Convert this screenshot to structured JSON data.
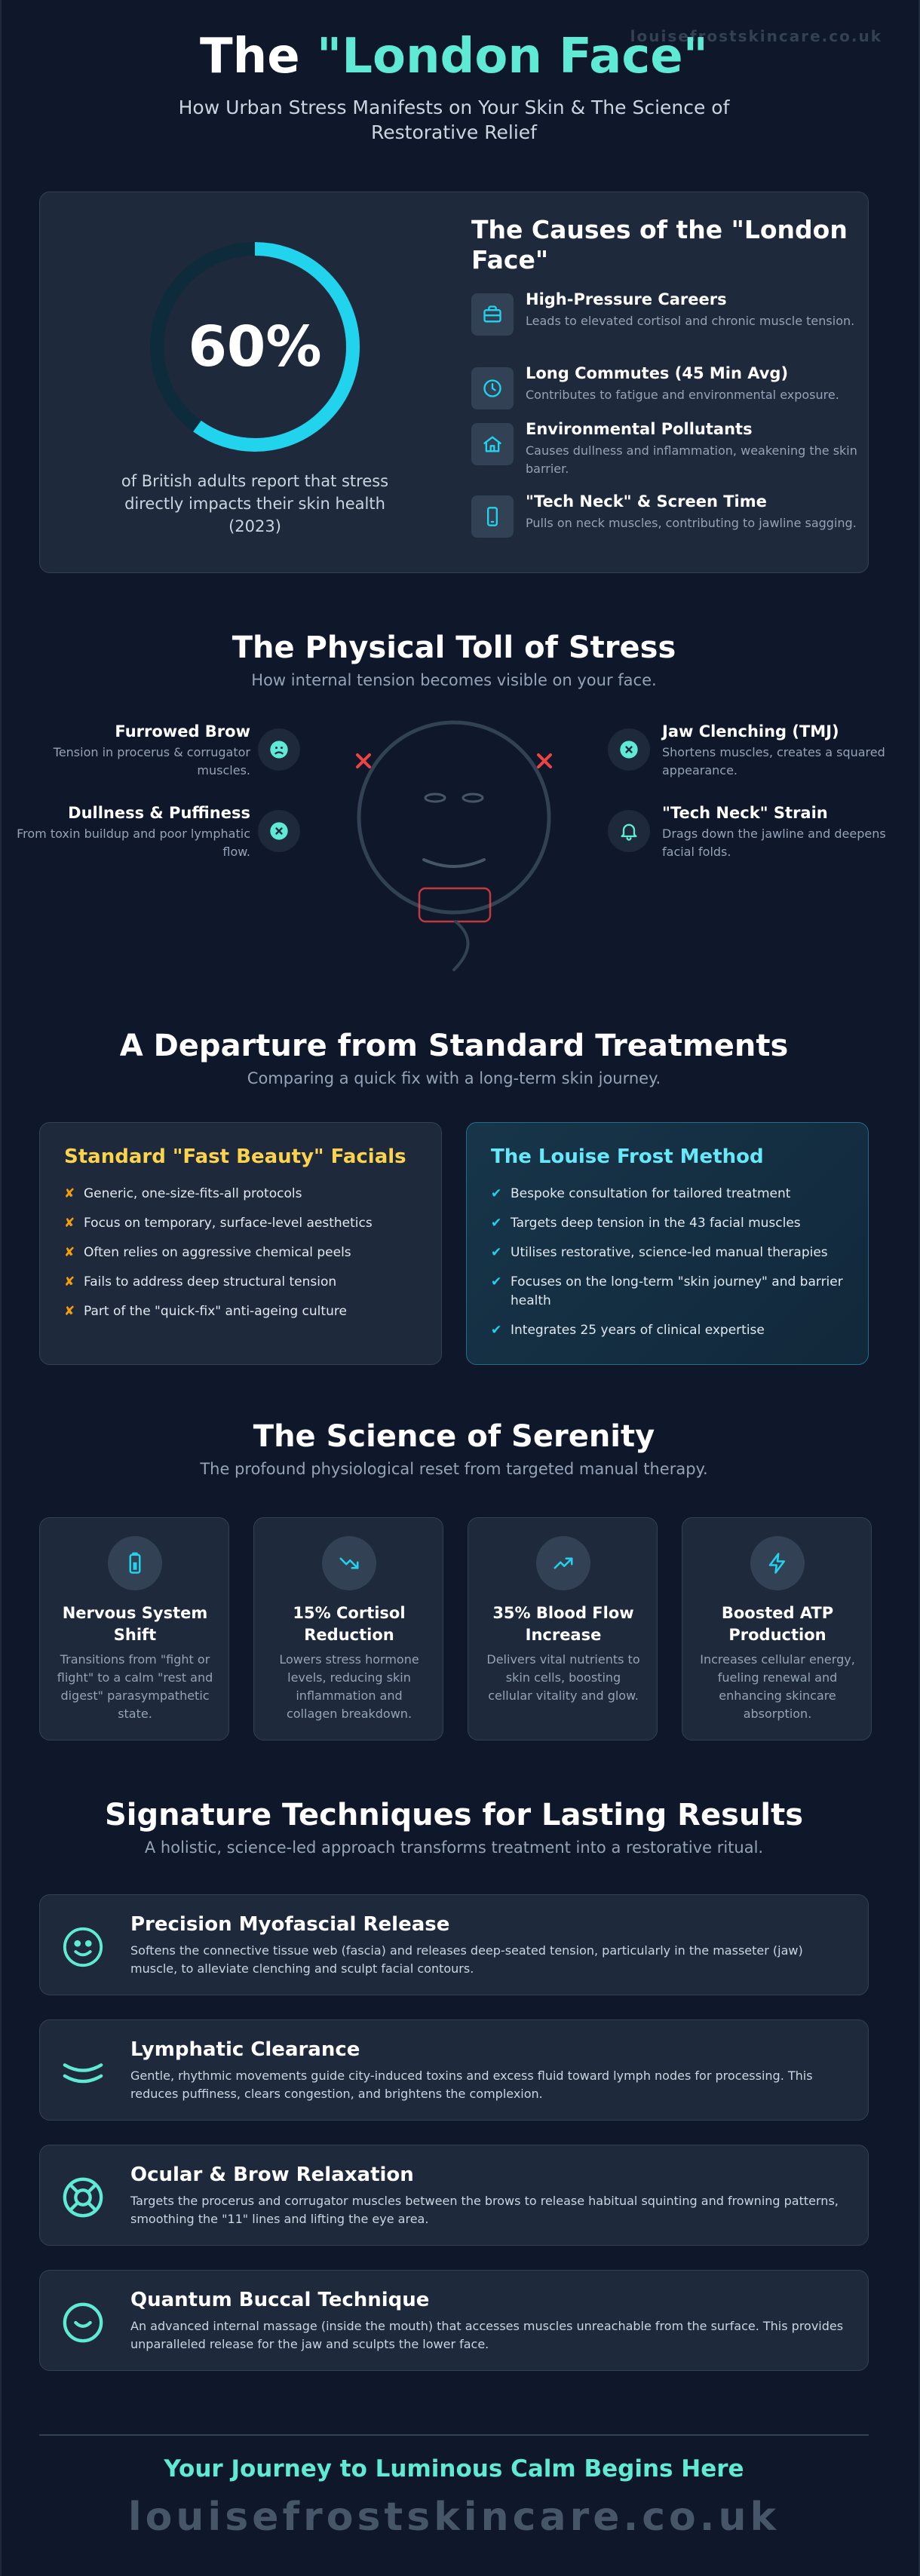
{
  "watermark": "louisefrostskincare.co.uk",
  "hero": {
    "title_prefix": "The ",
    "title_accent": "\"London Face\"",
    "subtitle": "How Urban Stress Manifests on Your Skin & The Science of Restorative Relief"
  },
  "stat": {
    "value": "60%",
    "fraction": 0.6,
    "caption": "of British adults report that stress directly impacts their skin health (2023)"
  },
  "causes": {
    "title": "The Causes of the \"London Face\"",
    "items": [
      {
        "title": "High-Pressure Careers",
        "desc": "Leads to elevated cortisol and chronic muscle tension.",
        "icon": "briefcase-icon"
      },
      {
        "title": "Long Commutes (45 Min Avg)",
        "desc": "Contributes to fatigue and environmental exposure.",
        "icon": "clock-icon"
      },
      {
        "title": "Environmental Pollutants",
        "desc": "Causes dullness and inflammation, weakening the skin barrier.",
        "icon": "home-icon"
      },
      {
        "title": "\"Tech Neck\" & Screen Time",
        "desc": "Pulls on neck muscles, contributing to jawline sagging.",
        "icon": "phone-icon"
      }
    ]
  },
  "toll": {
    "title": "The Physical Toll of Stress",
    "subtitle": "How internal tension becomes visible on your face.",
    "items": [
      {
        "title": "Furrowed Brow",
        "desc": "Tension in procerus & corrugator muscles.",
        "icon": "frown-icon"
      },
      {
        "title": "Dullness & Puffiness",
        "desc": "From toxin buildup and poor lymphatic flow.",
        "icon": "x-circle-icon"
      },
      {
        "title": "Jaw Clenching (TMJ)",
        "desc": "Shortens muscles, creates a squared appearance.",
        "icon": "x-circle-icon"
      },
      {
        "title": "\"Tech Neck\" Strain",
        "desc": "Drags down the jawline and deepens facial folds.",
        "icon": "bell-icon"
      }
    ]
  },
  "departure": {
    "title": "A Departure from Standard Treatments",
    "subtitle": "Comparing a quick fix with a long-term skin journey.",
    "standard": {
      "title": "Standard \"Fast Beauty\" Facials",
      "marker": "✘",
      "items": [
        "Generic, one-size-fits-all protocols",
        "Focus on temporary, surface-level aesthetics",
        "Often relies on aggressive chemical peels",
        "Fails to address deep structural tension",
        "Part of the \"quick-fix\" anti-ageing culture"
      ]
    },
    "method": {
      "title": "The Louise Frost Method",
      "marker": "✔",
      "items": [
        "Bespoke consultation for tailored treatment",
        "Targets deep tension in the 43 facial muscles",
        "Utilises restorative, science-led manual therapies",
        "Focuses on the long-term \"skin journey\" and barrier health",
        "Integrates 25 years of clinical expertise"
      ]
    }
  },
  "science": {
    "title": "The Science of Serenity",
    "subtitle": "The profound physiological reset from targeted manual therapy.",
    "cards": [
      {
        "title": "Nervous System Shift",
        "desc": "Transitions from \"fight or flight\" to a calm \"rest and digest\" parasympathetic state.",
        "icon": "battery-icon"
      },
      {
        "title": "15% Cortisol Reduction",
        "desc": "Lowers stress hormone levels, reducing skin inflammation and collagen breakdown.",
        "icon": "trend-down-icon"
      },
      {
        "title": "35% Blood Flow Increase",
        "desc": "Delivers vital nutrients to skin cells, boosting cellular vitality and glow.",
        "icon": "trend-up-icon"
      },
      {
        "title": "Boosted ATP Production",
        "desc": "Increases cellular energy, fueling renewal and enhancing skincare absorption.",
        "icon": "lightning-icon"
      }
    ]
  },
  "techniques": {
    "title": "Signature Techniques for Lasting Results",
    "subtitle": "A holistic, science-led approach transforms treatment into a restorative ritual.",
    "items": [
      {
        "title": "Precision Myofascial Release",
        "desc": "Softens the connective tissue web (fascia) and releases deep-seated tension, particularly in the masseter (jaw) muscle, to alleviate clenching and sculpt facial contours.",
        "icon": "smile-icon"
      },
      {
        "title": "Lymphatic Clearance",
        "desc": "Gentle, rhythmic movements guide city-induced toxins and excess fluid toward lymph nodes for processing. This reduces puffiness, clears congestion, and brightens the complexion.",
        "icon": "waves-icon"
      },
      {
        "title": "Ocular & Brow Relaxation",
        "desc": "Targets the procerus and corrugator muscles between the brows to release habitual squinting and frowning patterns, smoothing the \"11\" lines and lifting the eye area.",
        "icon": "lifebuoy-icon"
      },
      {
        "title": "Quantum Buccal Technique",
        "desc": "An advanced internal massage (inside the mouth) that accesses muscles unreachable from the surface. This provides unparalleled release for the jaw and sculpts the lower face.",
        "icon": "circle-smile-icon"
      }
    ]
  },
  "cta": {
    "text": "Your Journey to Luminous Calm Begins Here",
    "url": "louisefrostskincare.co.uk"
  },
  "colors": {
    "background": "#0f172a",
    "card": "#1e293b",
    "accent_teal": "#5eead4",
    "accent_cyan": "#22d3ee",
    "accent_amber": "#fcd34d",
    "alert_red": "#ef4444"
  }
}
